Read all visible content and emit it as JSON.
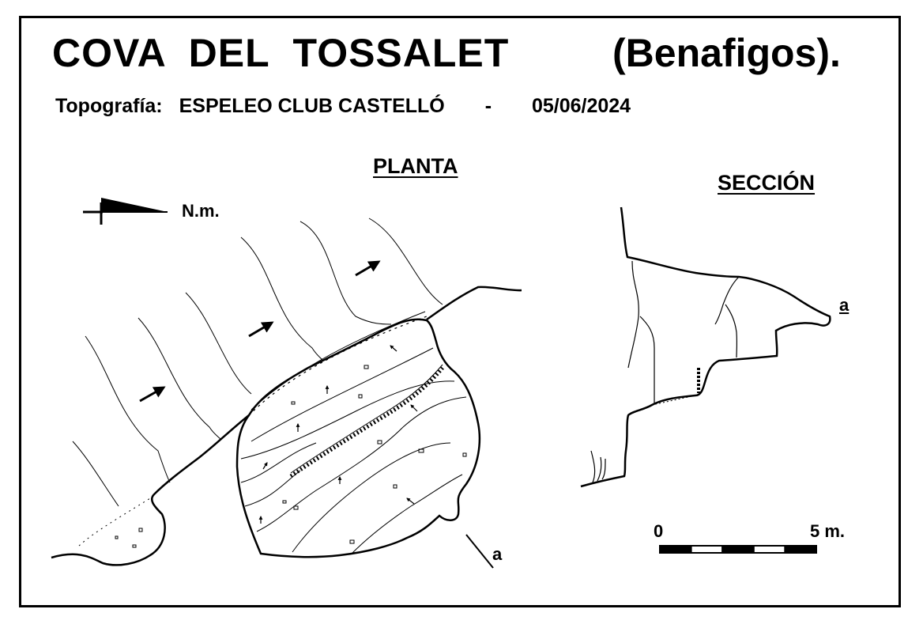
{
  "header": {
    "cave_name": "COVA  DEL  TOSSALET",
    "locality": "(Benafigos).",
    "credit_label": "Topografía:",
    "credit_team": "ESPELEO CLUB CASTELLÓ",
    "credit_separator": "-",
    "credit_date": "05/06/2024"
  },
  "plan": {
    "heading": "PLANTA",
    "north_label": "N.m.",
    "section_marker": "a"
  },
  "section": {
    "heading": "SECCIÓN",
    "marker": "a"
  },
  "scale_bar": {
    "start_label": "0",
    "end_label": "5 m.",
    "segments": 5
  }
}
